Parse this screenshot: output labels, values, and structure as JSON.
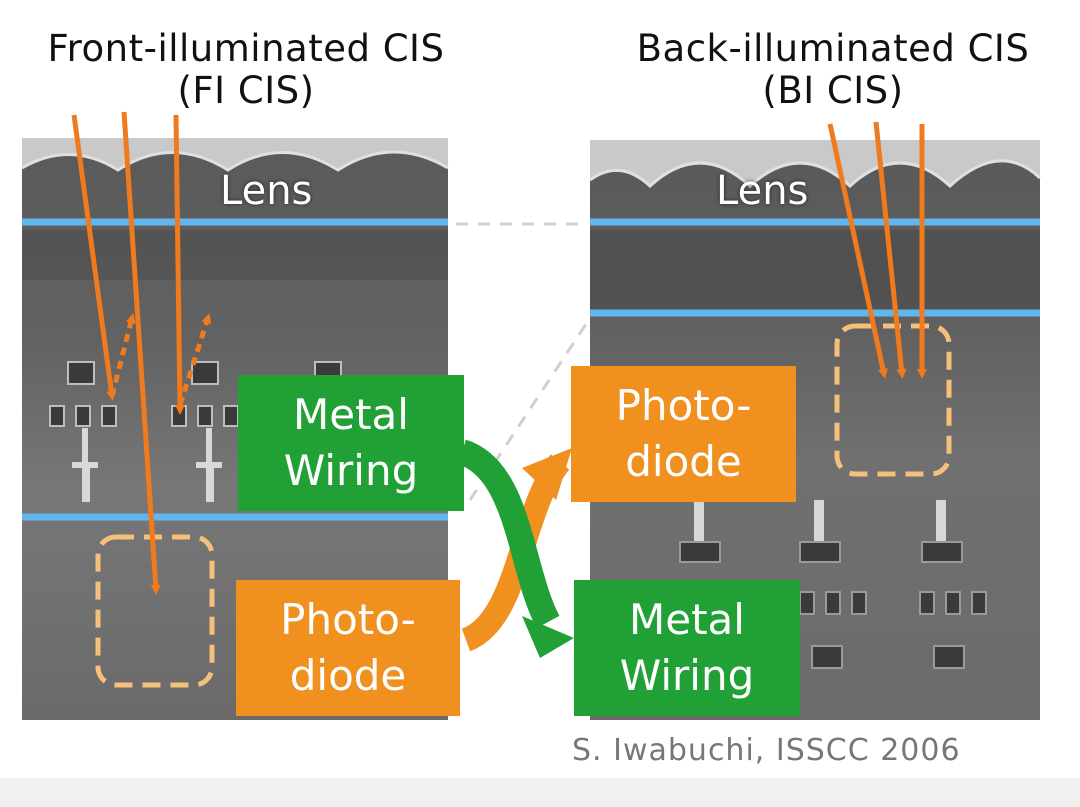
{
  "fi_panel": {
    "title_line1": "Front-illuminated CIS",
    "title_line2": "(FI CIS)",
    "lens_label": "Lens",
    "metal_wiring": [
      "Metal",
      "Wiring"
    ],
    "photodiode": [
      "Photo-",
      "diode"
    ]
  },
  "bi_panel": {
    "title_line1": "Back-illuminated CIS",
    "title_line2": "(BI CIS)",
    "lens_label": "Lens",
    "photodiode": [
      "Photo-",
      "diode"
    ],
    "metal_wiring": [
      "Metal",
      "Wiring"
    ]
  },
  "citation": "S. Iwabuchi, ISSCC 2006",
  "colors": {
    "metal_wiring_green": "#21a036",
    "photodiode_orange": "#f0901f",
    "light_ray_orange": "#f07a1e",
    "interface_line_blue": "#62b6ee",
    "photodiode_outline": "#f5c07a",
    "micrograph_gray": "#6e6e6e"
  }
}
